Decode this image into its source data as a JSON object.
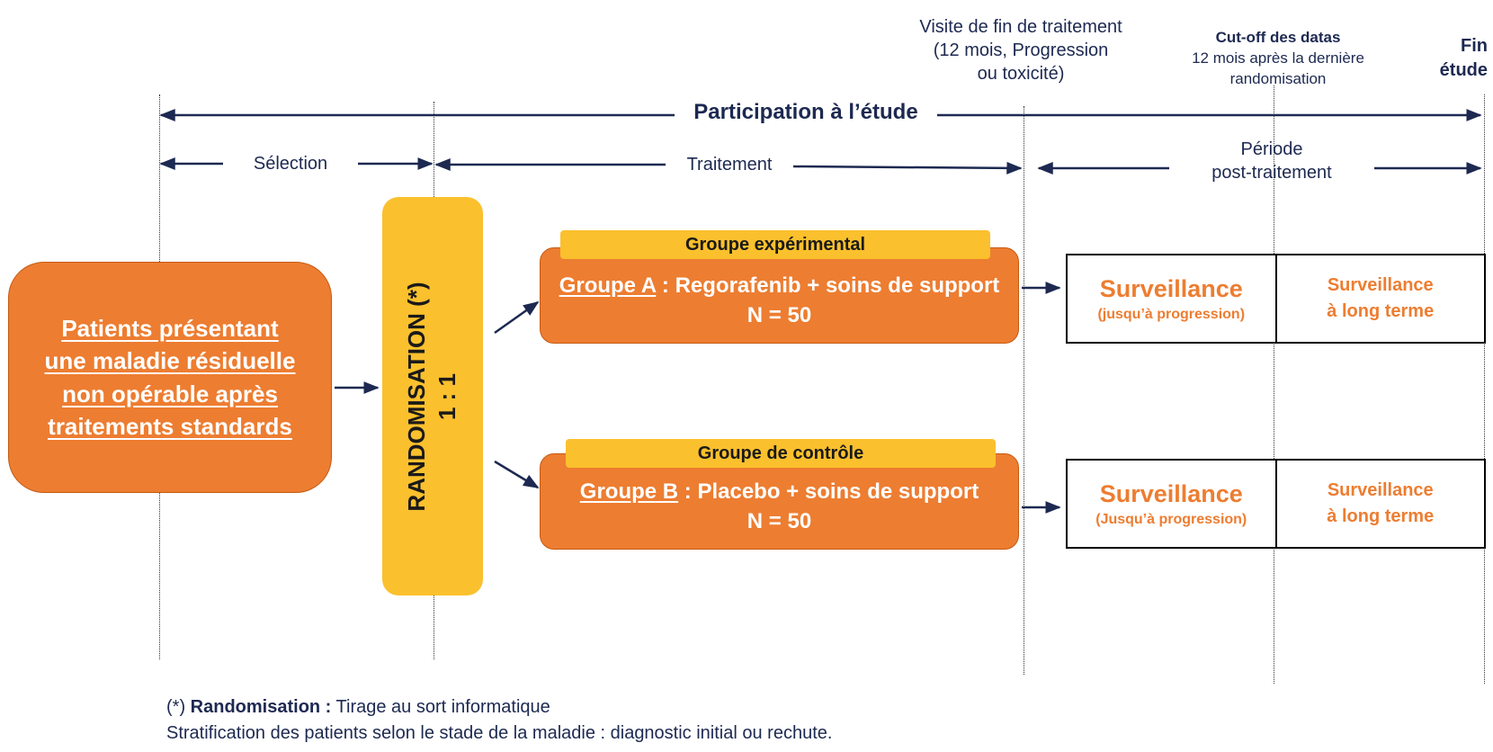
{
  "timeline": {
    "visite_fin": [
      "Visite de fin de traitement",
      "(12 mois, Progression",
      "ou toxicité)"
    ],
    "cutoff_title": "Cut-off des datas",
    "cutoff_sub": [
      "12 mois après la dernière",
      "randomisation"
    ],
    "fin_etude": [
      "Fin",
      "étude"
    ],
    "participation": "Participation à l’étude",
    "selection": "Sélection",
    "traitement": "Traitement",
    "periode": [
      "Période",
      "post-traitement"
    ]
  },
  "patients": [
    "Patients présentant",
    "une maladie résiduelle",
    "non opérable après",
    "traitements standards"
  ],
  "randomisation": {
    "label": "RANDOMISATION (*)",
    "ratio": "1 : 1"
  },
  "group_a": {
    "label": "Groupe expérimental",
    "name": "Groupe A",
    "treatment": " : Regorafenib + soins de support",
    "n": "N = 50"
  },
  "group_b": {
    "label": "Groupe de contrôle",
    "name": "Groupe B",
    "treatment": " : Placebo + soins de support",
    "n": "N = 50"
  },
  "surveillance_a": {
    "main": "Surveillance",
    "sub": "(jusqu’à progression)",
    "long": [
      "Surveillance",
      "à long terme"
    ]
  },
  "surveillance_b": {
    "main": "Surveillance",
    "sub": "(Jusqu’à progression)",
    "long": [
      "Surveillance",
      "à long terme"
    ]
  },
  "footnote": {
    "marker": "(*) ",
    "bold": "Randomisation :",
    "text": " Tirage au sort informatique",
    "line2": "Stratification des patients selon le stade de la maladie : diagnostic initial ou rechute."
  },
  "colors": {
    "orange": "#ed7d31",
    "yellow": "#fbc02d",
    "navy": "#1d2951"
  }
}
